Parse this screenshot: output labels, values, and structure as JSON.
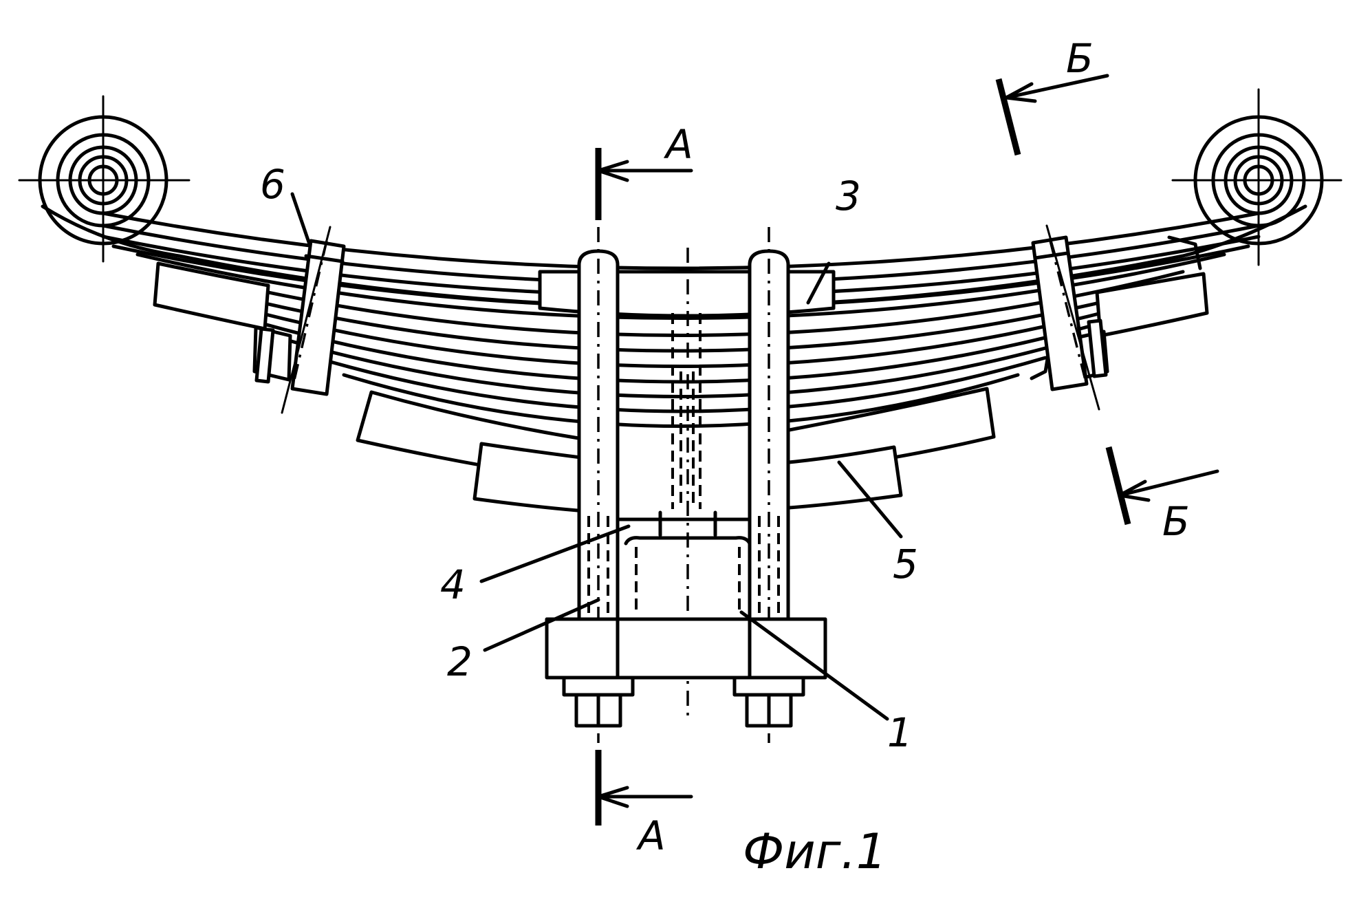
{
  "figure": {
    "caption": "Фиг.1"
  },
  "labels": {
    "part_1": "1",
    "part_2": "2",
    "part_3": "3",
    "part_4": "4",
    "part_5": "5",
    "part_6": "6"
  },
  "sections": {
    "a_top": "А",
    "a_bottom": "А",
    "b_top": "Б",
    "b_bottom": "Б"
  }
}
